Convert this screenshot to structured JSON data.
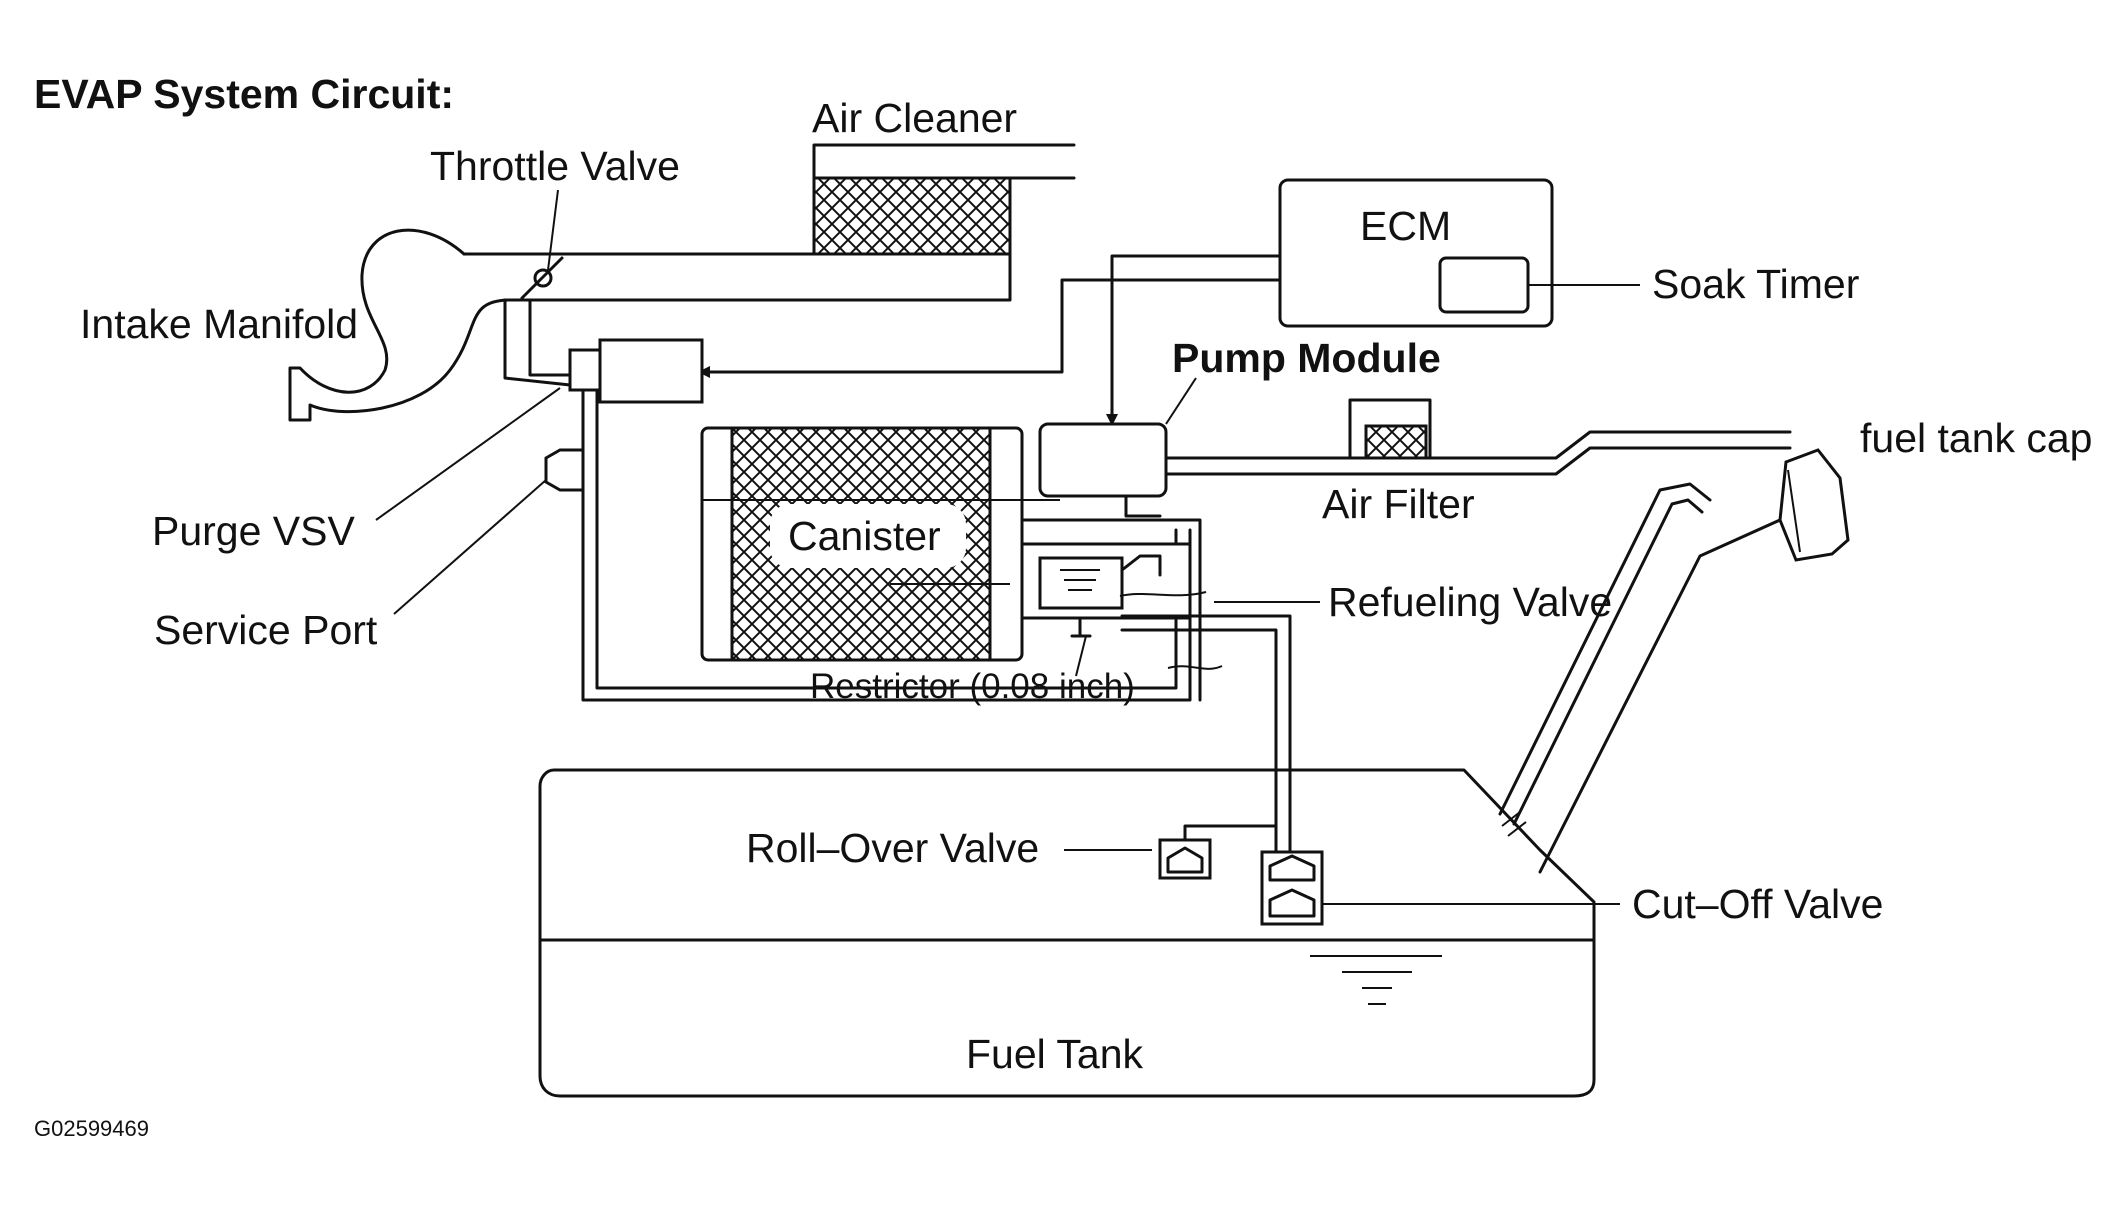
{
  "title": "EVAP System Circuit:",
  "figure_id": "G02599469",
  "components": {
    "air_cleaner": "Air Cleaner",
    "throttle_valve": "Throttle Valve",
    "intake_manifold": "Intake Manifold",
    "ecm": "ECM",
    "soak_timer": "Soak Timer",
    "pump_module": "Pump Module",
    "fuel_tank_cap": "fuel tank cap",
    "air_filter": "Air Filter",
    "canister": "Canister",
    "refueling_valve": "Refueling Valve",
    "purge_vsv": "Purge VSV",
    "service_port": "Service Port",
    "restrictor": "Restrictor (0.08 inch)",
    "roll_over_valve": "Roll–Over Valve",
    "cut_off_valve": "Cut–Off Valve",
    "fuel_tank": "Fuel Tank"
  }
}
